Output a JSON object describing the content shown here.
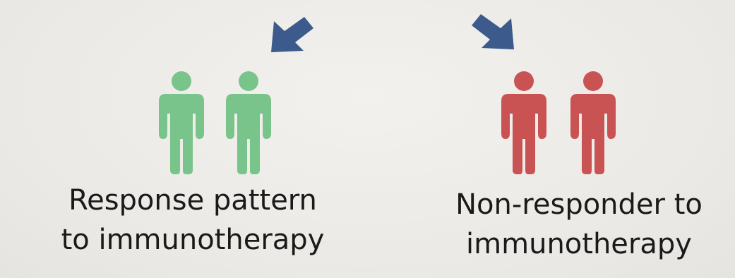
{
  "colors": {
    "arrow": "#3d5a8c",
    "responder": "#78c48a",
    "non_responder": "#c95353"
  },
  "groups": [
    {
      "icon": "person-icon",
      "label_line1": "Response pattern",
      "label_line2": "to immunotherapy"
    },
    {
      "icon": "person-icon",
      "label_line1": "Non-responder to",
      "label_line2": "immunotherapy"
    }
  ]
}
